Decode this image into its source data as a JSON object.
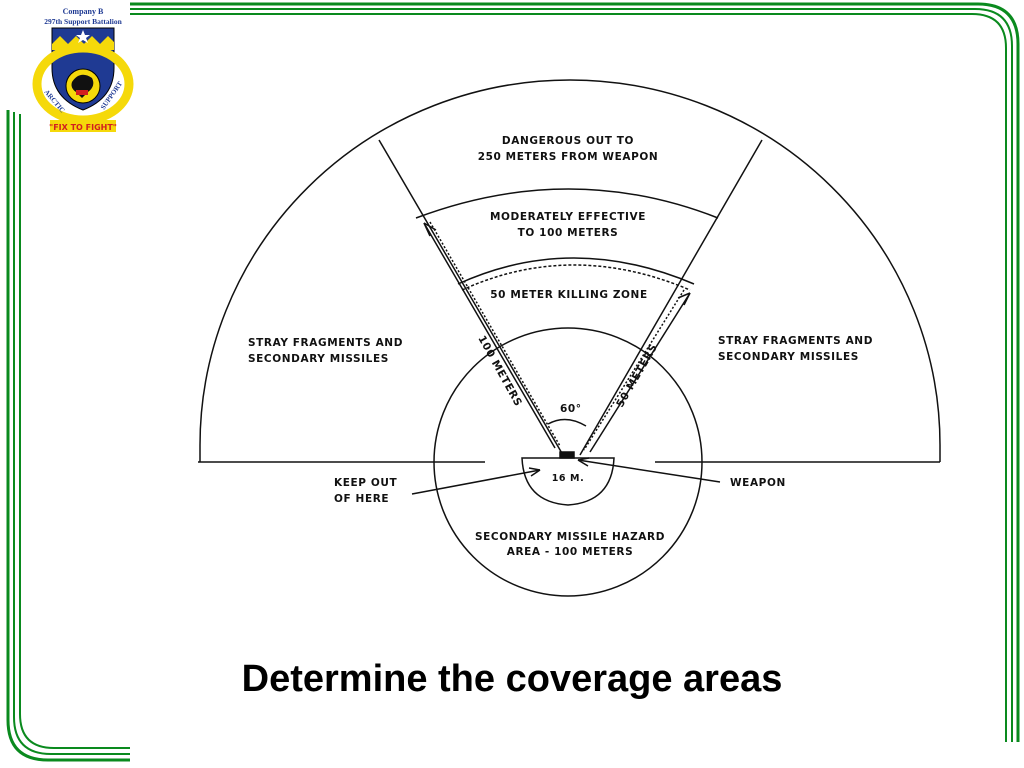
{
  "logo": {
    "line1": "Company B",
    "line2": "297th  Support Battalion",
    "arc_left": "ARCTIC",
    "arc_right": "SUPPORT",
    "motto": "\"FIX TO FIGHT\"",
    "colors": {
      "blue": "#1f3a93",
      "yellow": "#f5d90a",
      "red": "#d21f1f",
      "green": "#0a8a1e"
    }
  },
  "frame": {
    "color": "#0a8a1e"
  },
  "diagram": {
    "zone_250": [
      "DANGEROUS OUT TO",
      "250 METERS FROM WEAPON"
    ],
    "zone_100": [
      "MODERATELY EFFECTIVE",
      "TO 100 METERS"
    ],
    "zone_50": "50 METER KILLING ZONE",
    "stray_left": [
      "STRAY FRAGMENTS AND",
      "SECONDARY MISSILES"
    ],
    "stray_right": [
      "STRAY FRAGMENTS AND",
      "SECONDARY MISSILES"
    ],
    "dim_100": "100 METERS",
    "dim_50": "50 METERS",
    "angle": "60°",
    "keep_out": [
      "KEEP OUT",
      "OF HERE"
    ],
    "weapon": "WEAPON",
    "radius_16": "16 M.",
    "secondary": [
      "SECONDARY MISSILE HAZARD",
      "AREA - 100 METERS"
    ]
  },
  "title": "Determine the coverage areas"
}
